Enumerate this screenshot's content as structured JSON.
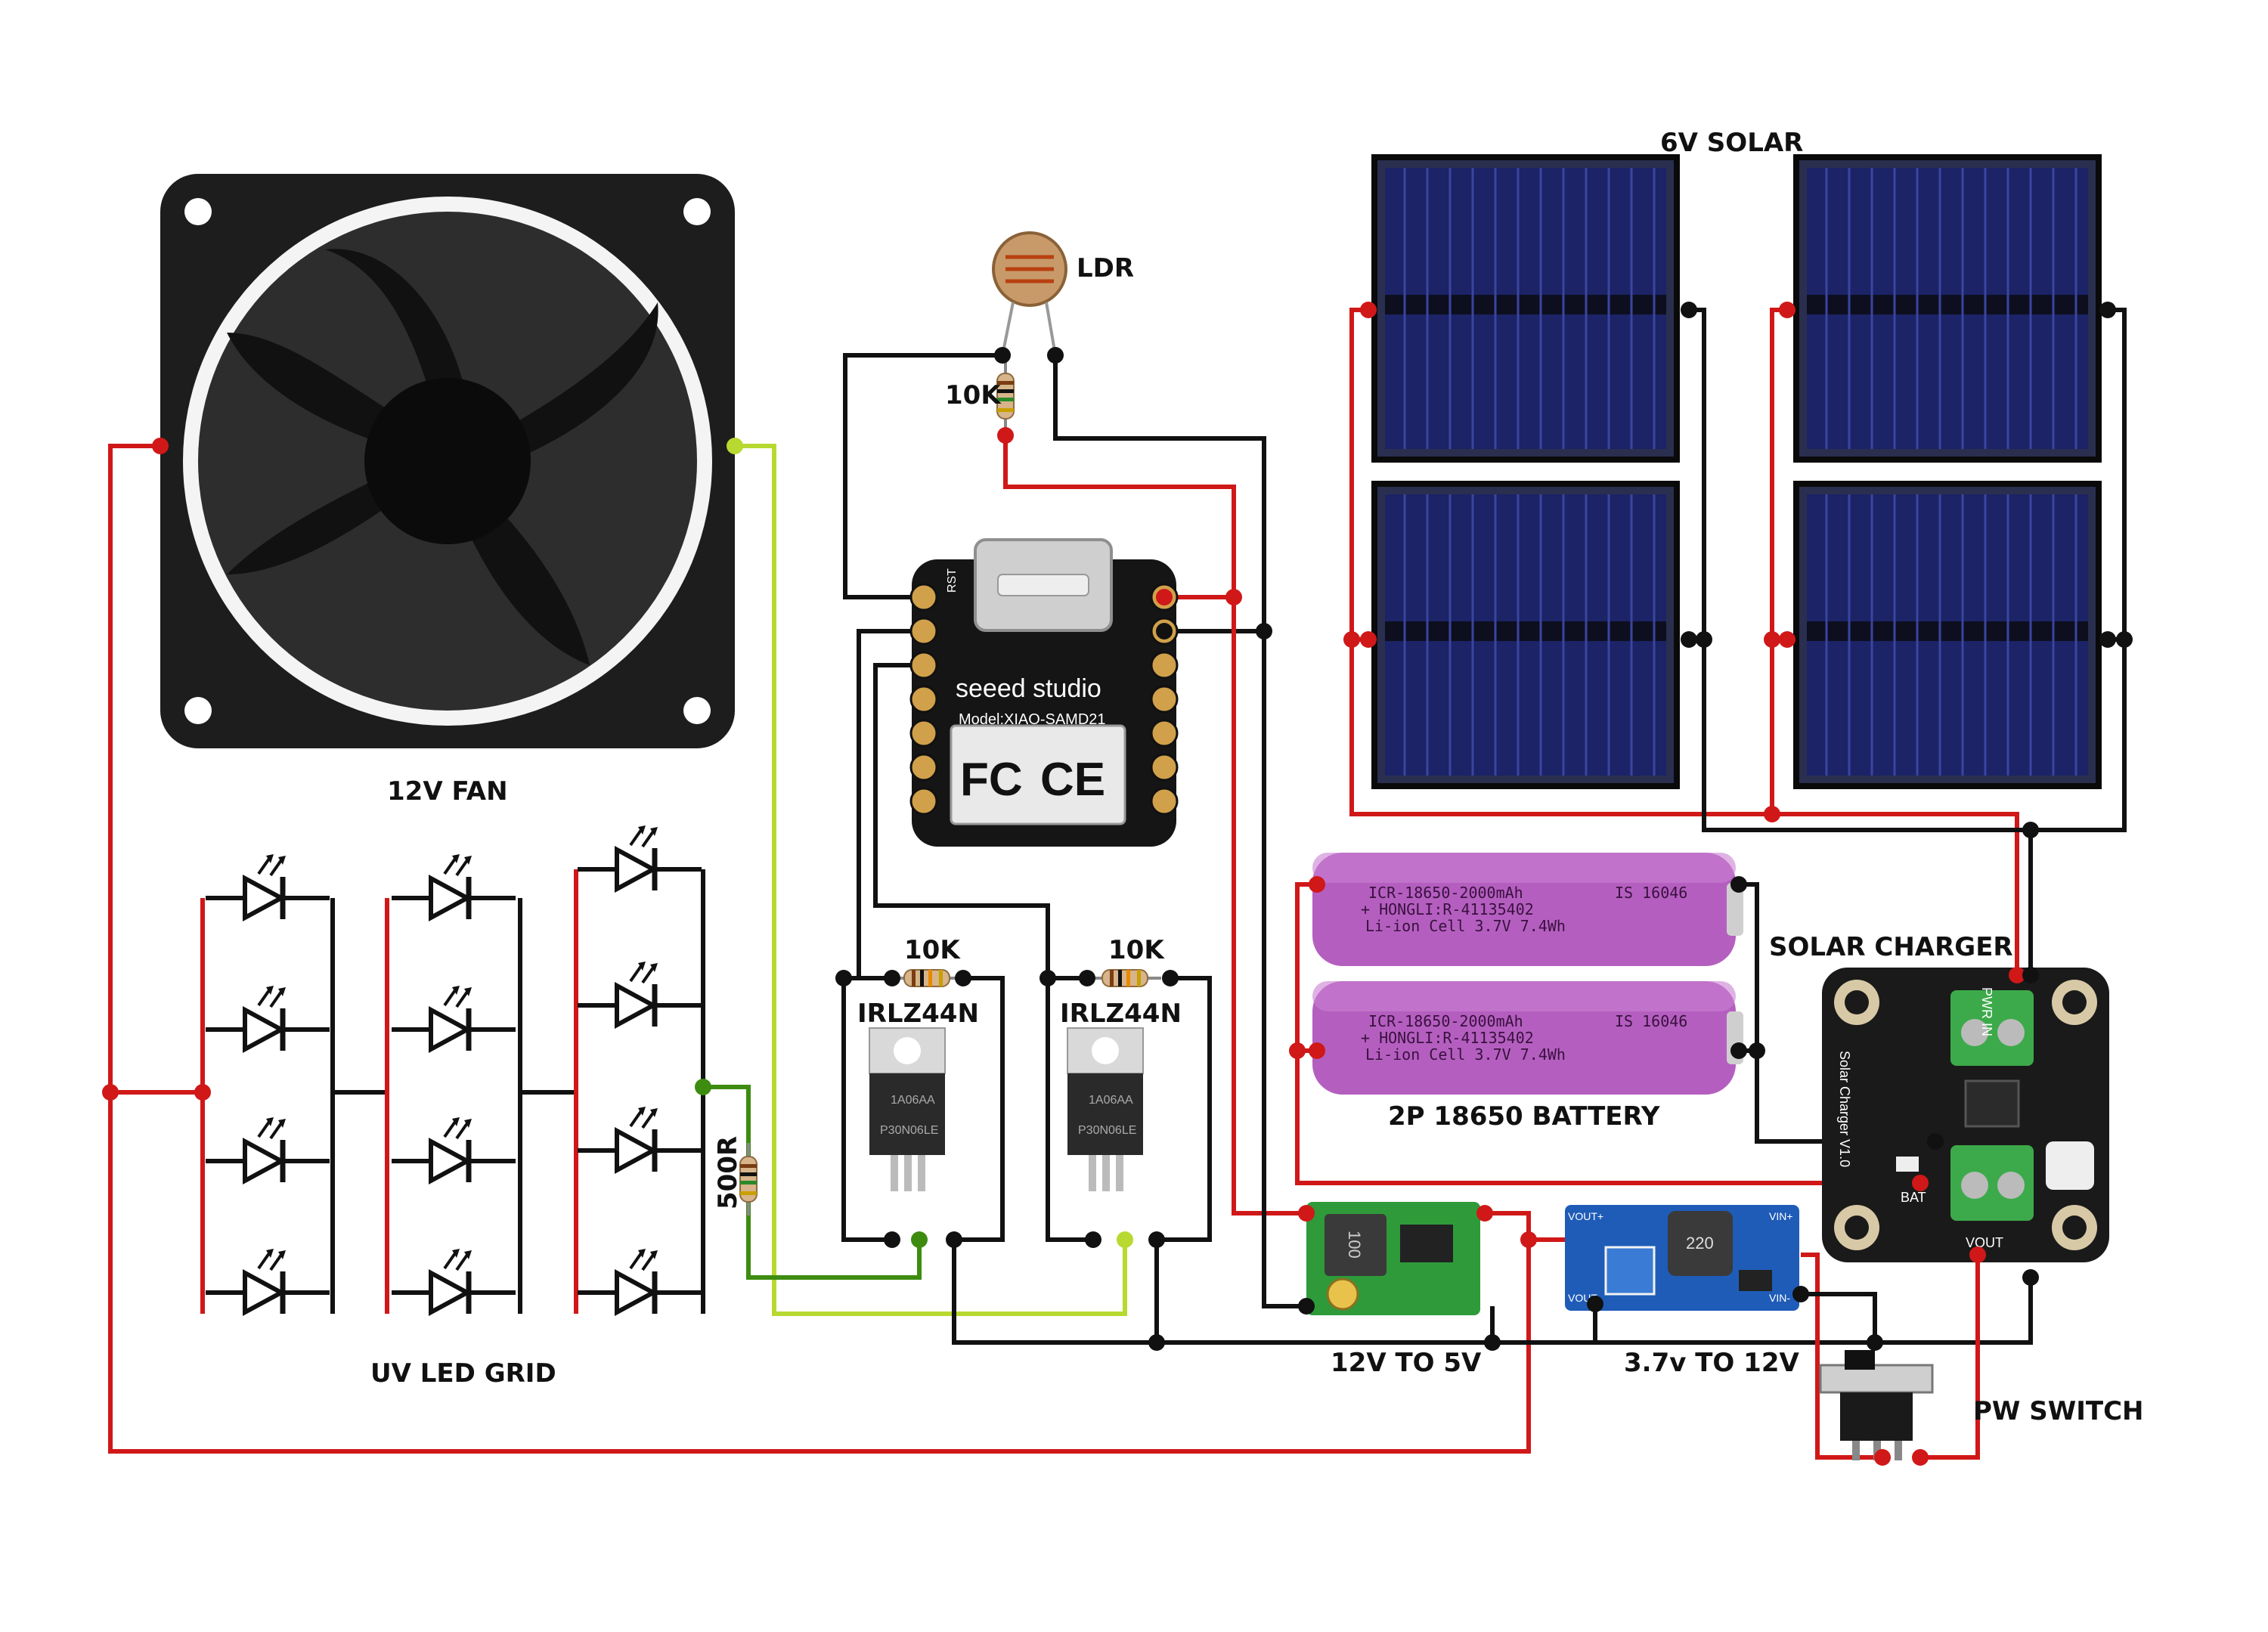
{
  "labels": {
    "fan": "12V FAN",
    "ldr": "LDR",
    "r_ldr": "10K",
    "solar": "6V SOLAR",
    "uv_grid": "UV LED GRID",
    "r_gate1": "10K",
    "r_gate2": "10K",
    "mosfet1": "IRLZ44N",
    "mosfet2": "IRLZ44N",
    "r_led": "500R",
    "battery": "2P 18650 BATTERY",
    "charger": "SOLAR CHARGER",
    "buck": "12V TO 5V",
    "boost": "3.7v TO 12V",
    "switch": "PW SWITCH"
  },
  "microcontroller": {
    "brand": "seeed studio",
    "model": "Model:XIAO-SAMD21",
    "fc": "FC",
    "ce": "CE",
    "rst": "RST"
  },
  "battery_cell": {
    "line1": "ICR-18650-2000mAh",
    "line1b": "IS 16046",
    "line2": "+ HONGLI:R-41135402",
    "line3": "Li-ion Cell 3.7V 7.4Wh"
  },
  "mosfet_marking": {
    "code": "1A06AA",
    "part": "P30N06LE"
  },
  "buck_marking": "100",
  "boost_marking": {
    "inductor": "220",
    "vout_plus": "VOUT+",
    "vout_minus": "VOUT-",
    "vin_plus": "VIN+",
    "vin_minus": "VIN-"
  },
  "charger_marking": {
    "pwr_in": "PWR IN",
    "bat": "BAT",
    "vout": "VOUT",
    "side": "Solar Charger V1.0"
  },
  "colors": {
    "positive_wire": "#d01818",
    "negative_wire": "#111111",
    "pwm_wire_1": "#b7d930",
    "pwm_wire_2": "#3d8c10"
  }
}
